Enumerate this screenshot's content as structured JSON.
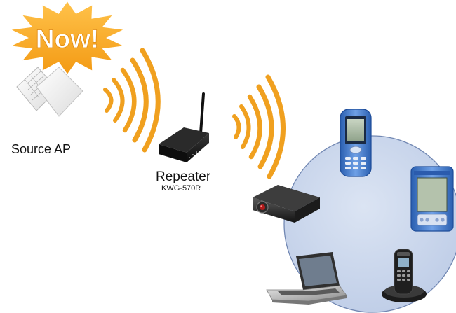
{
  "badge": {
    "text": "Now!"
  },
  "source": {
    "label": "Source AP"
  },
  "repeater": {
    "label": "Repeater",
    "model": "KWG-570R"
  },
  "colors": {
    "badge": "#f7a823",
    "signal": "#f0a01f",
    "circle_fill": "#c9d6ec",
    "circle_stroke": "#7288b3",
    "phone_body": "#3f78c8",
    "pda_body": "#3866b8"
  },
  "icons": [
    "starburst-badge-icon",
    "access-point-icon",
    "wifi-signal-icon",
    "router-icon",
    "mobile-phone-icon",
    "pda-icon",
    "projector-icon",
    "laptop-icon",
    "cordless-phone-icon"
  ]
}
